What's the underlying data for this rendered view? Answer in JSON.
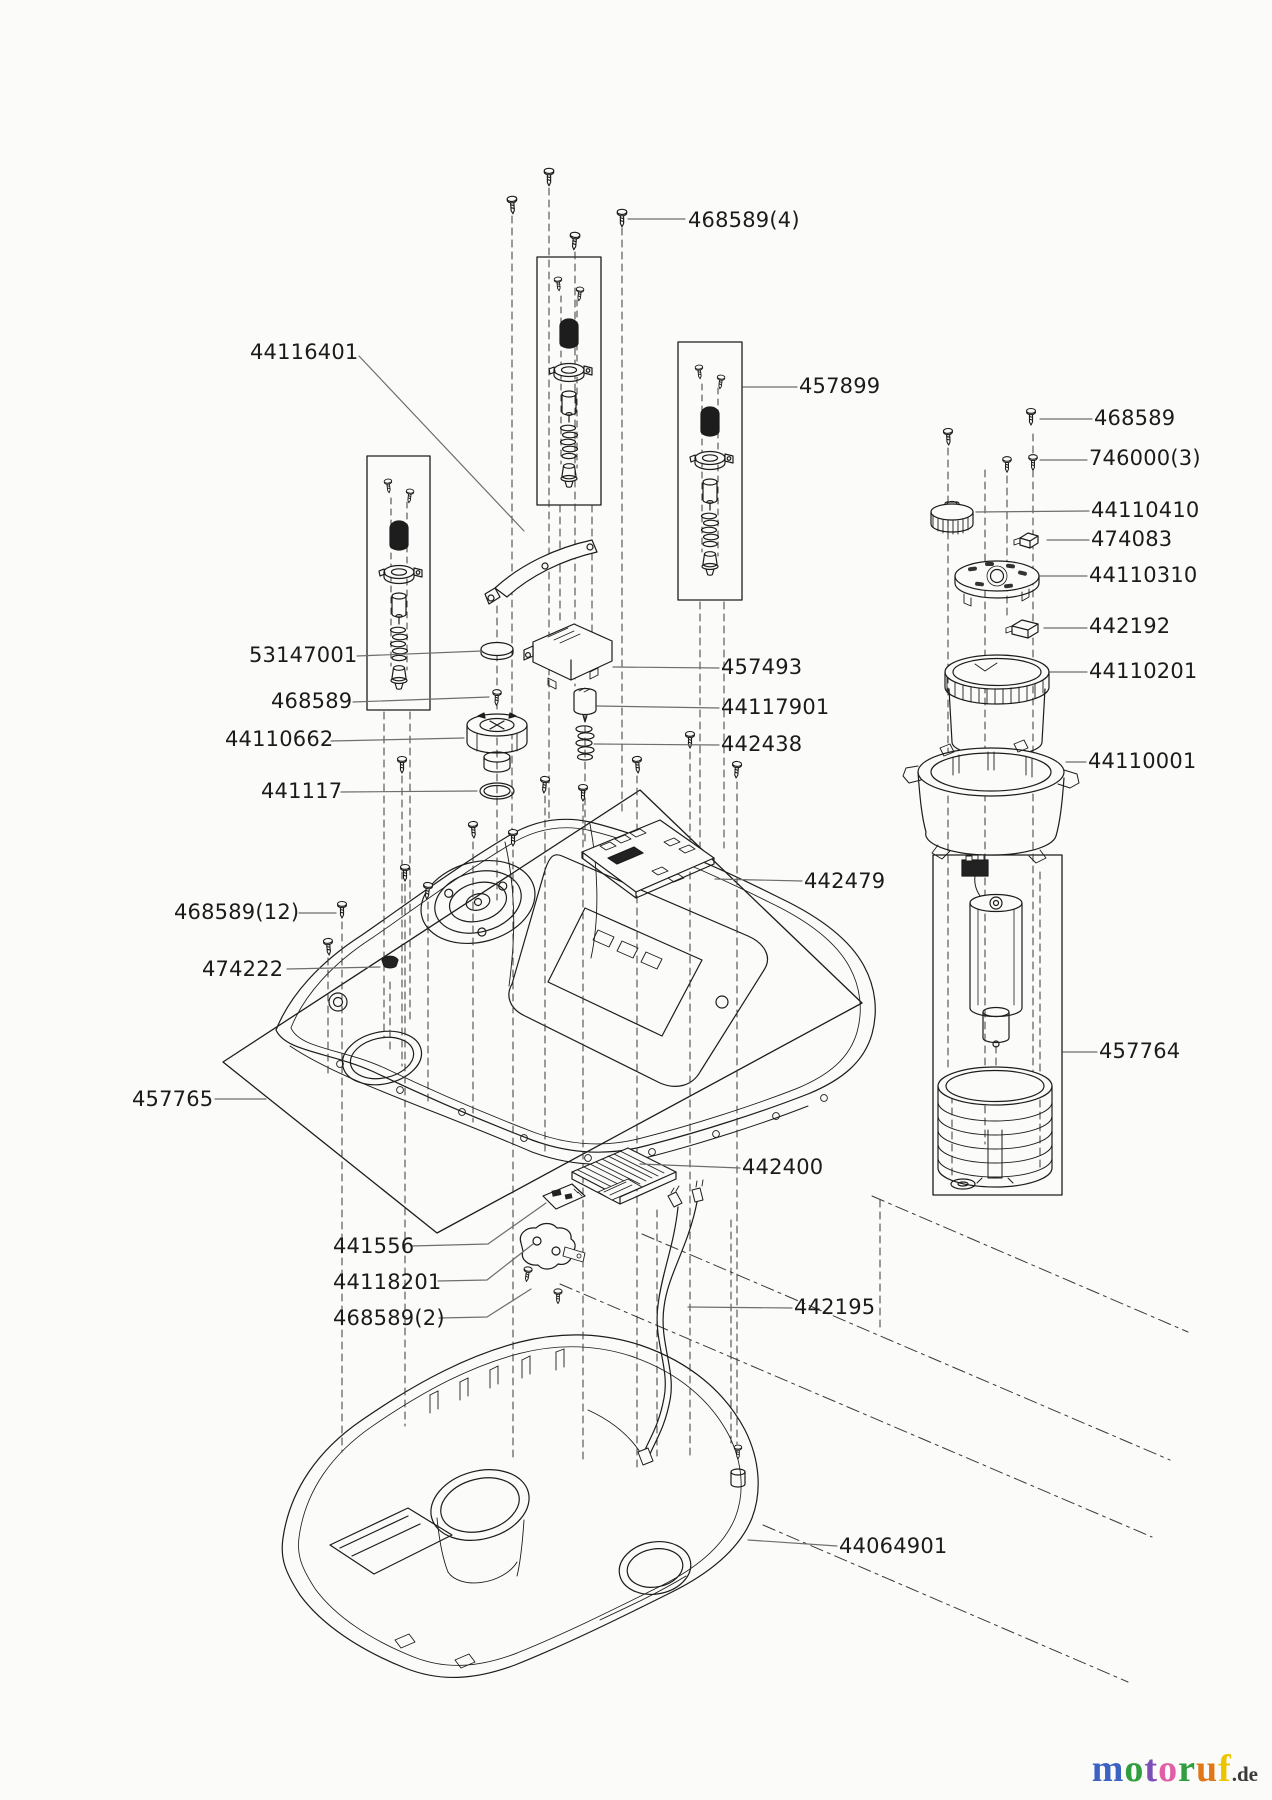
{
  "figure": {
    "kind": "exploded parts diagram",
    "line_color": "#1c1c1c",
    "background": "#fbfbf9"
  },
  "labels": [
    {
      "text": "468589(4)"
    },
    {
      "text": "44116401"
    },
    {
      "text": "457899"
    },
    {
      "text": "468589"
    },
    {
      "text": "746000(3)"
    },
    {
      "text": "44110410"
    },
    {
      "text": "474083"
    },
    {
      "text": "44110310"
    },
    {
      "text": "442192"
    },
    {
      "text": "44110201"
    },
    {
      "text": "44110001"
    },
    {
      "text": "457764"
    },
    {
      "text": "53147001"
    },
    {
      "text": "468589"
    },
    {
      "text": "44110662"
    },
    {
      "text": "441117"
    },
    {
      "text": "457493"
    },
    {
      "text": "44117901"
    },
    {
      "text": "442438"
    },
    {
      "text": "442479"
    },
    {
      "text": "468589(12)"
    },
    {
      "text": "474222"
    },
    {
      "text": "457765"
    },
    {
      "text": "442400"
    },
    {
      "text": "441556"
    },
    {
      "text": "44118201"
    },
    {
      "text": "468589(2)"
    },
    {
      "text": "442195"
    },
    {
      "text": "44064901"
    }
  ],
  "logo": {
    "letters": [
      {
        "ch": "m",
        "css": "color:#3c63c4"
      },
      {
        "ch": "o",
        "css": "color:#2e9e3e"
      },
      {
        "ch": "t",
        "css": "color:#7b4fb5"
      },
      {
        "ch": "o",
        "css": "color:#e05fa7"
      },
      {
        "ch": "r",
        "css": "color:#2e9e3e"
      },
      {
        "ch": "u",
        "css": "color:#e07818"
      },
      {
        "ch": "f",
        "css": "color:#ecc400"
      }
    ],
    "suffix": ".de",
    "suffix_css": "color:#3a3a3a"
  }
}
